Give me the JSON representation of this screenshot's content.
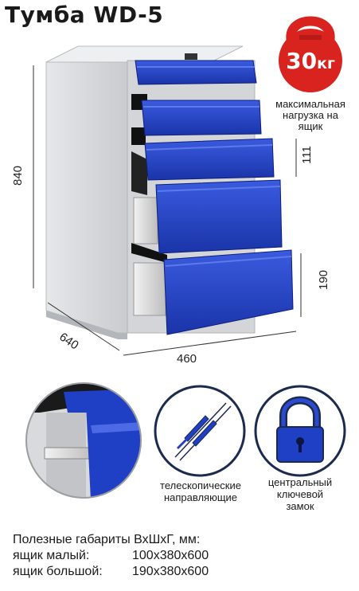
{
  "title": "Тумба WD-5",
  "weight_badge": {
    "value": "30",
    "unit": "кг",
    "color": "#d8231f"
  },
  "weight_caption": [
    "максимальная",
    "нагрузка на",
    "ящик"
  ],
  "dimensions": {
    "height": "840",
    "depth": "640",
    "width": "460",
    "small_drawer": "111",
    "large_drawer": "190"
  },
  "features": [
    {
      "icon": "telescopic-rails-icon",
      "lines": [
        "телескопические",
        "направляющие"
      ]
    },
    {
      "icon": "padlock-icon",
      "lines": [
        "центральный",
        "ключевой",
        "замок"
      ]
    }
  ],
  "specs": {
    "heading": "Полезные габариты ВхШхГ, мм:",
    "rows": [
      {
        "label": "ящик малый:",
        "value": "100х380х600"
      },
      {
        "label": "ящик большой:",
        "value": "190х380х600"
      }
    ]
  },
  "colors": {
    "drawer_blue": "#1f3fc4",
    "cabinet_gray": "#d7d9dc",
    "icon_navy": "#1c2a4e"
  }
}
